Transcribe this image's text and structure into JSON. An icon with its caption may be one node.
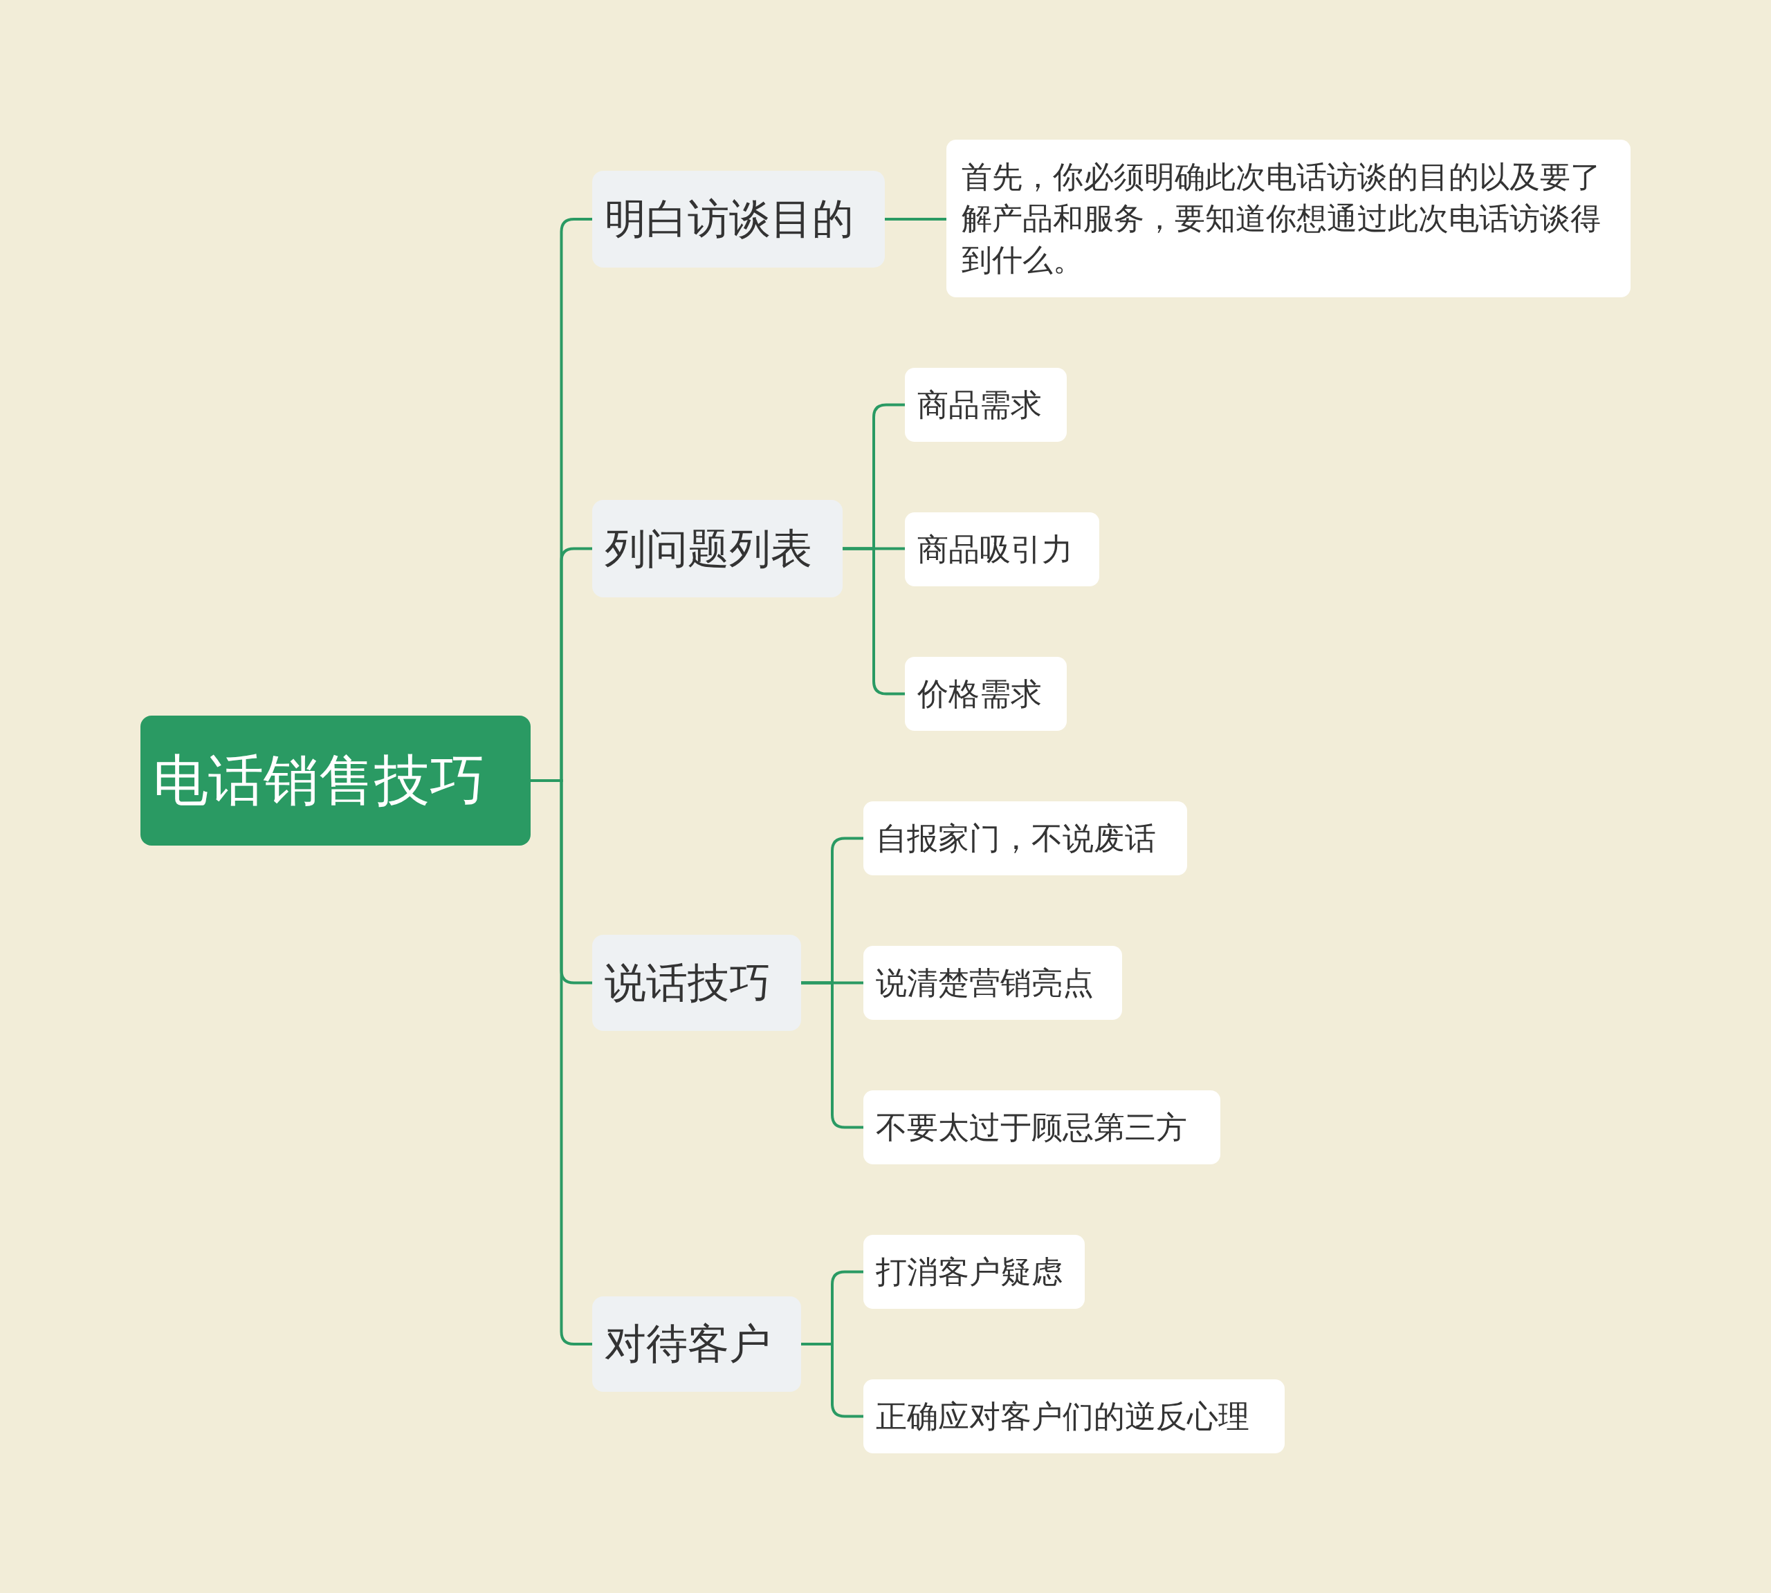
{
  "diagram": {
    "nodes": [
      {
        "text": [
          "电话销售技巧"
        ]
      },
      {
        "text": [
          "明白访谈目的"
        ]
      },
      {
        "text": [
          "首先，你必须明确此次电话访谈的目的以及要了解产品和服务，要知道你想通过此次电话访谈得到什么。"
        ]
      },
      {
        "text": [
          "列问题列表"
        ]
      },
      {
        "text": [
          "商品需求"
        ]
      },
      {
        "text": [
          "商品吸引力"
        ]
      },
      {
        "text": [
          "价格需求"
        ]
      },
      {
        "text": [
          "说话技巧"
        ]
      },
      {
        "text": [
          "自报家门，不说废话"
        ]
      },
      {
        "text": [
          "说清楚营销亮点"
        ]
      },
      {
        "text": [
          "不要太过于顾忌第三方"
        ]
      },
      {
        "text": [
          "对待客户"
        ]
      },
      {
        "text": [
          "打消客户疑虑"
        ]
      },
      {
        "text": [
          "正确应对客户们的逆反心理"
        ]
      }
    ],
    "edges": [
      {
        "from": 0,
        "to": 1,
        "arrow": "none"
      },
      {
        "from": 0,
        "to": 3,
        "arrow": "none"
      },
      {
        "from": 0,
        "to": 7,
        "arrow": "none"
      },
      {
        "from": 0,
        "to": 11,
        "arrow": "none"
      },
      {
        "from": 1,
        "to": 2,
        "arrow": "none"
      },
      {
        "from": 3,
        "to": 4,
        "arrow": "none"
      },
      {
        "from": 3,
        "to": 5,
        "arrow": "none"
      },
      {
        "from": 3,
        "to": 6,
        "arrow": "none"
      },
      {
        "from": 7,
        "to": 8,
        "arrow": "none"
      },
      {
        "from": 7,
        "to": 9,
        "arrow": "none"
      },
      {
        "from": 7,
        "to": 10,
        "arrow": "none"
      },
      {
        "from": 11,
        "to": 12,
        "arrow": "none"
      },
      {
        "from": 11,
        "to": 13,
        "arrow": "none"
      }
    ]
  }
}
